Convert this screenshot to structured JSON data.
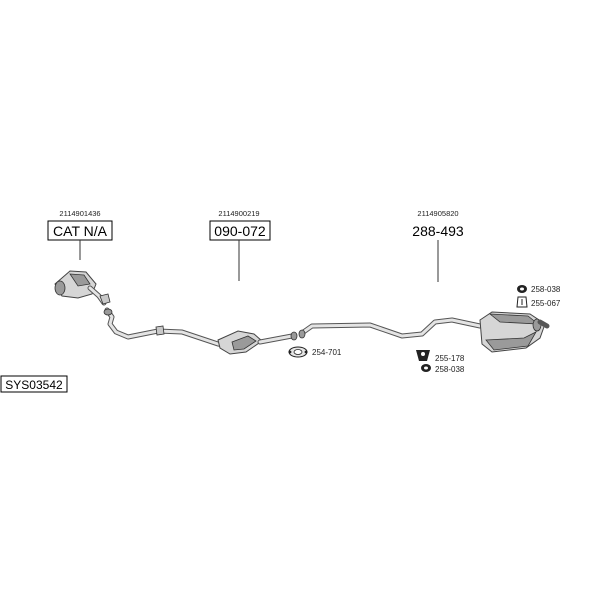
{
  "parts": [
    {
      "id": "cat",
      "oem": "2114901436",
      "label": "CAT N/A"
    },
    {
      "id": "front_pipe",
      "oem": "2114900219",
      "label": "090-072"
    },
    {
      "id": "rear_silencer",
      "oem": "2114905820",
      "label": "288-493"
    }
  ],
  "accessories": [
    {
      "id": "rubber_top",
      "label": "258-038",
      "icon": "rubber-mount-icon"
    },
    {
      "id": "bracket",
      "label": "255-067",
      "icon": "bracket-icon"
    },
    {
      "id": "gasket",
      "label": "254-701",
      "icon": "gasket-icon"
    },
    {
      "id": "hanger",
      "label": "255-178",
      "icon": "hanger-icon"
    },
    {
      "id": "rubber_bottom",
      "label": "258-038",
      "icon": "rubber-mount-icon"
    }
  ],
  "system_id": "SYS03542"
}
